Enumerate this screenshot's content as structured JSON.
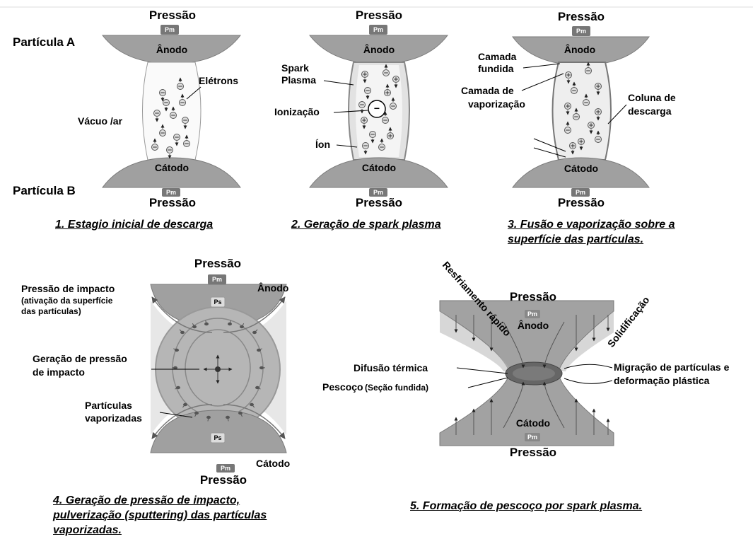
{
  "colors": {
    "electrode": "#a0a0a0",
    "electrode_edge": "#7a7a7a",
    "column": "#e6e6e6",
    "column_edge": "#9a9a9a",
    "sphere": "#b4b4b4",
    "background": "#ffffff"
  },
  "labels": {
    "pressao": "Pressão",
    "pm": "Pm",
    "ps": "Ps",
    "anodo": "Ânodo",
    "catodo": "Cátodo",
    "particula_a": "Partícula A",
    "particula_b": "Partícula B"
  },
  "panel1": {
    "eletrons": "Elétrons",
    "vacuo": "Vácuo /ar",
    "caption": "1. Estagio inicial de descarga"
  },
  "panel2": {
    "spark": "Spark",
    "plasma": "Plasma",
    "ionizacao": "Ionização",
    "ion": "Íon",
    "caption": "2. Geração de spark plasma"
  },
  "panel3": {
    "camada": "Camada",
    "fundida": "fundida",
    "camada_de": "Camada de",
    "vaporizacao": "vaporização",
    "coluna_de": "Coluna de",
    "descarga": "descarga",
    "caption_line1": "3. Fusão e vaporização sobre a",
    "caption_line2": "superfície das partículas."
  },
  "panel4": {
    "pressao_impacto": "Pressão de impacto",
    "ativacao_1": "(ativação da superfície",
    "ativacao_2": "das partículas)",
    "geracao_1": "Geração de pressão",
    "geracao_2": "de impacto",
    "particulas": "Partículas",
    "vaporizadas": "vaporizadas",
    "caption_line1": "4. Geração de pressão de impacto,",
    "caption_line2": "pulverização (sputtering) das partículas",
    "caption_line3": "vaporizadas."
  },
  "panel5": {
    "resfriamento": "Resfriamento rápido",
    "solidificacao": "Solidificação",
    "difusao": "Difusão térmica",
    "pescoco": "Pescoço",
    "secao": "(Seção fundida)",
    "migracao_1": "Migração de partículas e",
    "migracao_2": "deformação plástica",
    "caption": "5. Formação de pescoço por spark plasma."
  }
}
